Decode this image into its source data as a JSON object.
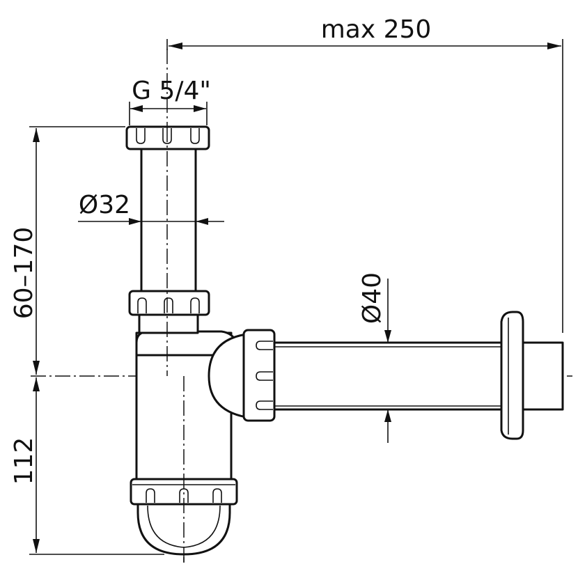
{
  "dimensions": {
    "max_length": "max 250",
    "thread": "G 5/4\"",
    "tailpiece_diameter": "Ø32",
    "outlet_diameter": "Ø40",
    "height_range": "60–170",
    "trap_height": "112"
  },
  "colors": {
    "line": "#111111",
    "background": "#ffffff"
  }
}
